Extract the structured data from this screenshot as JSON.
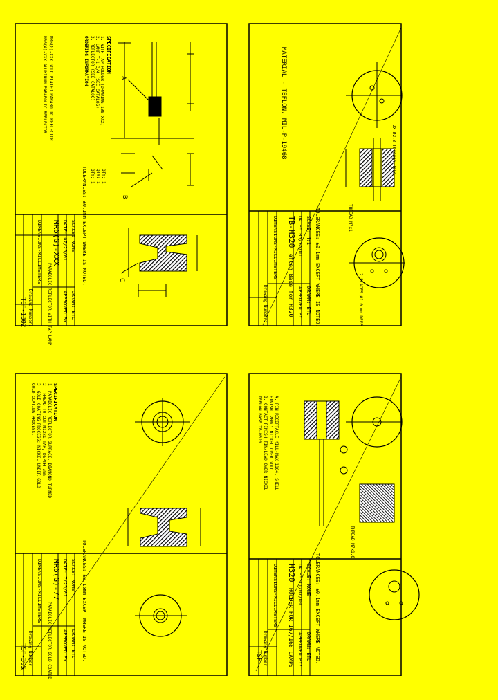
{
  "sheets": {
    "top_left": {
      "tolerances": "TOLERANCES: ±0.1mm EXCEPT WHERE IS NOTED.",
      "spec_heading": "SPECIFICATION",
      "spec_lines": [
        "1. WITH TAP HOLDER (DRAWING 100-XXX)",
        "2. LAMP T-1 3/4 (SEE CATALOG)",
        "3. REFLECTOR (SEE CATALOG)",
        "ORDERING INFORMATION",
        "MR6(G)-XXX GOLD PLATED PARABOLIC REFLECTOR",
        "MR6(A)-XXX ALUMINUM PARABOLIC REFLECTOR"
      ],
      "labels": {
        "a": "A",
        "b": "B",
        "c": "C"
      },
      "qty": [
        "QTY: 1",
        "QTY: 1",
        "QTY: 1"
      ],
      "scale": "SCALE: NONE",
      "drawn": "DRAWN: ETL",
      "date": "DATE: 07/25/01",
      "approved": "APPROVED BY:",
      "part": "MR6(G)-XXX",
      "desc": "PARABOLIC REFLECTOR WITH TAP LAMP",
      "units": "DIMENSIONS-MILLIMETERS",
      "drawing_label": "Drawing Number:",
      "drawing_no": "TSF-1302"
    },
    "top_right": {
      "material": "MATERIAL - TEFLON, MIL-P-19468",
      "tolerances": "TOLERANCES: ±0.1mm EXCEPT WHERE IS NOTED.",
      "hole_note": "2X Ø2.3 Through Hole",
      "thread": "THREAD M7x1",
      "places": "2 PLACES Ø1.0 mm DEEP",
      "scale": "SCALE: 4:1",
      "drawn": "DRAWN: ETL",
      "date": "DATE: 06/15/01",
      "approved": "APPROVED BY:",
      "part": "TB-H320",
      "desc": "Teflon Base for H320",
      "units": "DIMENSIONS-MILLIMETERS",
      "drawing_label": "Drawing Number:"
    },
    "bottom_left": {
      "tolerances": "TOLERANCES: ±0.15mm EXCEPT WHERE IS NOTED.",
      "spec_heading": "SPECIFICATION",
      "spec_lines": [
        "1. PARABOLIC REFLECTOR SURFACE, DIAMOND TURNED",
        "2. THREAD TO CUT M12x1 TAP, DEPTH 7mm",
        "3. GOLD COATING PROCESS: NICKEL UNDER GOLD",
        "GOLD COATING PROCESS."
      ],
      "scale": "SCALE: NONE",
      "drawn": "DRAWN: ETL",
      "date": "DATE: 7/25/01",
      "approved": "APPROVED BY:",
      "part": "MR6(G)-77",
      "desc": "PARABOLIC REFLECTOR GOLD COATED",
      "units": "DIMENSIONS-MILLIMETERS",
      "drawing_label": "Drawing Number:",
      "drawing_no": "TSF-395"
    },
    "bottom_right": {
      "tolerances": "TOLERANCES: ±0.1mm EXCEPT WHERE NOTED.",
      "notes": [
        "A. PIN RECEPTACLE MILL-MAX 1104, SHELL",
        "FINISH: 200u\" NICKEL OVER GOLD",
        "B. CONTACT FINISH TIN/LEAD OVER NICKEL",
        "TEFLON BASE TB-H320"
      ],
      "thread": "THREAD M7x1.0",
      "scale": "SCALE: NONE",
      "drawn": "DRAWN: ETL",
      "date": "DATE: 11/07/00",
      "approved": "APPROVED BY:",
      "part": "H320",
      "desc": "HOLDER FOR 167/168 LAMPS",
      "units": "DIMENSIONS-MILLIMETERS",
      "drawing_label": "Drawing Number:",
      "drawing_no": "TSF-"
    }
  },
  "colors": {
    "background": "#ffff00",
    "ink": "#000000"
  }
}
